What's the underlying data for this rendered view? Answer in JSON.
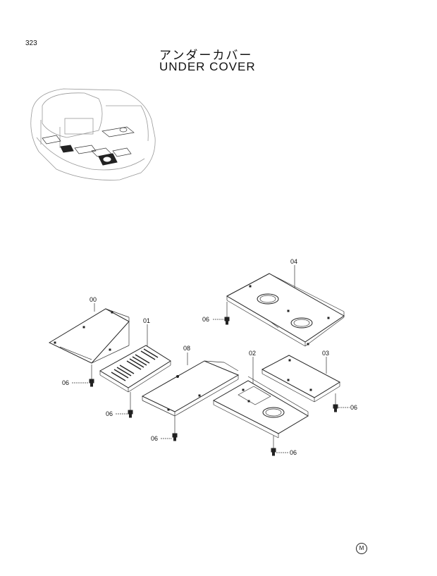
{
  "page_number": "323",
  "title_jp": "アンダーカバー",
  "title_en": "UNDER  COVER",
  "stamp": "M",
  "callouts": {
    "part_00": "00",
    "part_01": "01",
    "part_02": "02",
    "part_03": "03",
    "part_04": "04",
    "part_06": "06",
    "part_08": "08"
  }
}
